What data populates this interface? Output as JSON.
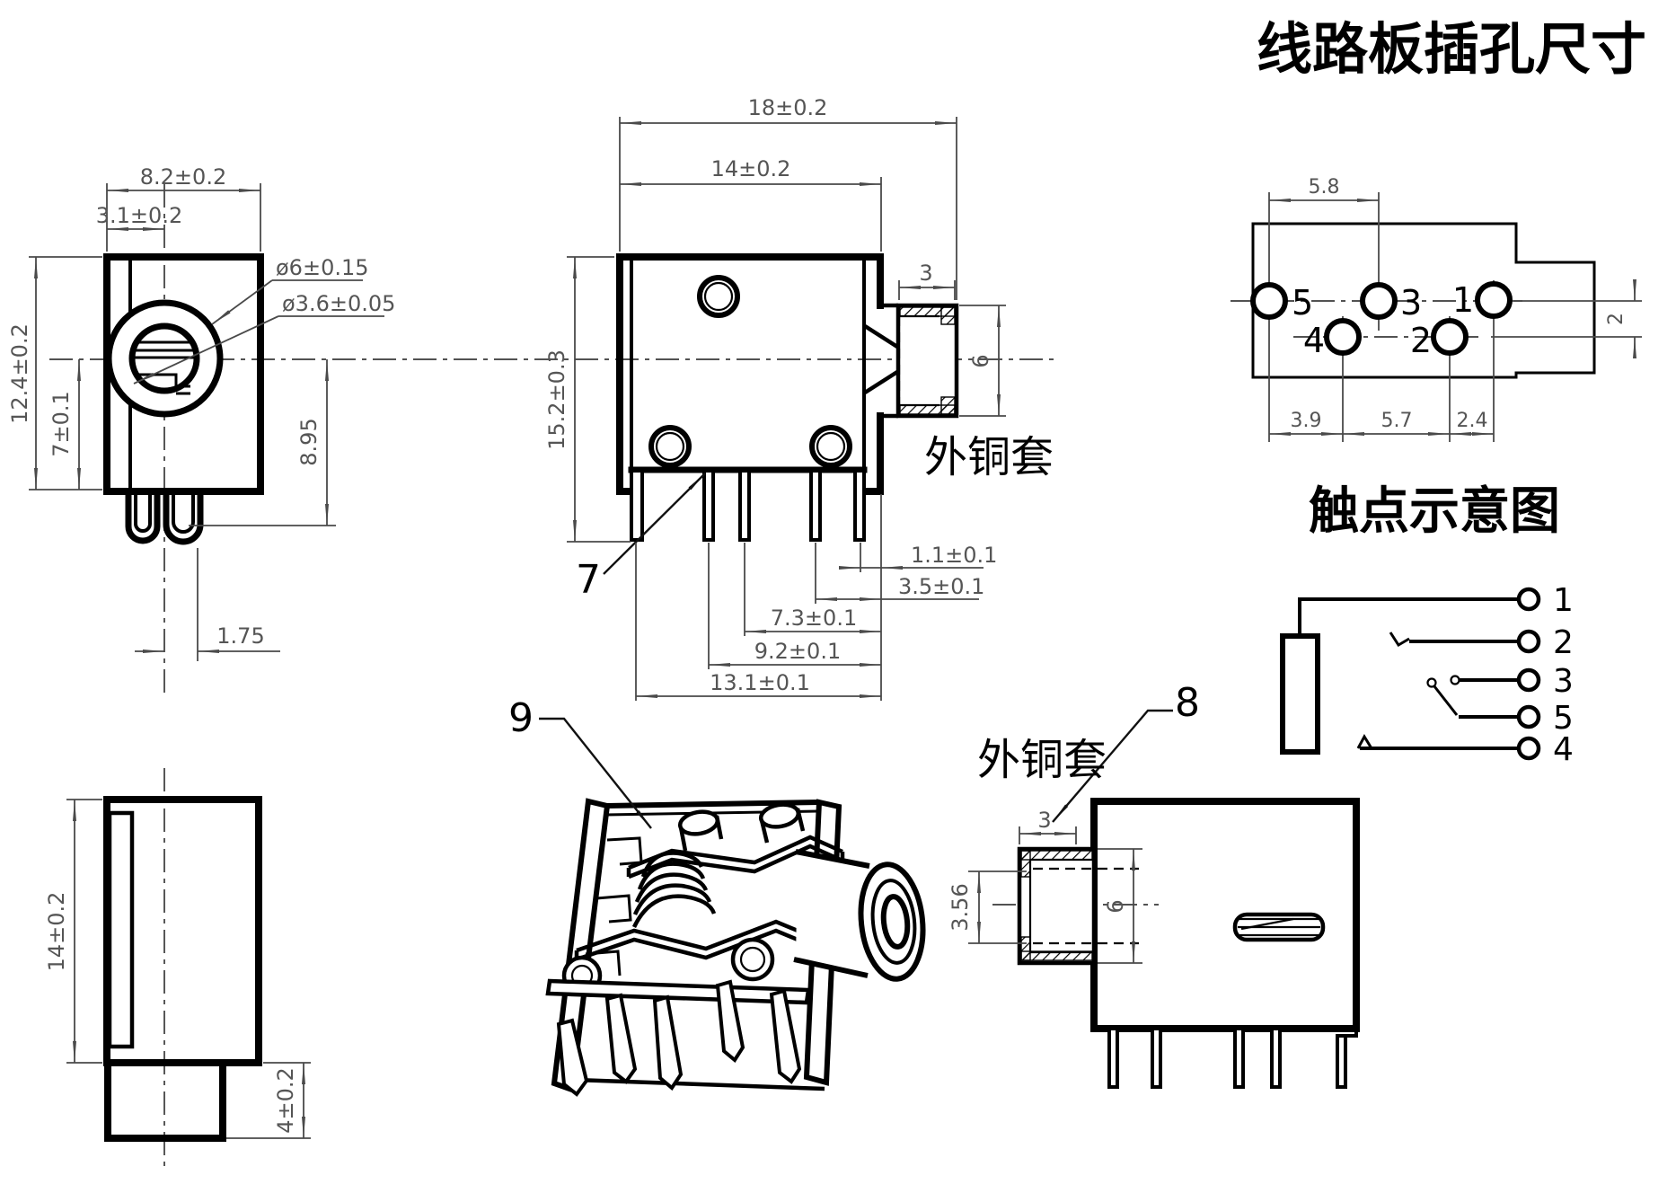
{
  "title": "线路板插孔尺寸",
  "schematic_title": "触点示意图",
  "part_labels": {
    "p7": "7",
    "p8": "8",
    "p9": "9"
  },
  "sleeve_label_mid": "外铜套",
  "sleeve_label_right": "外铜套",
  "front_view": {
    "width": "8.2±0.2",
    "center_offset": "3.1±0.2",
    "height": "12.4±0.2",
    "center_to_bottom": "7±0.1",
    "outer_dia": "ø6±0.15",
    "inner_dia": "ø3.6±0.05",
    "pin_reach": "8.95",
    "pin_offset": "1.75"
  },
  "bottom_view": {
    "height": "14±0.2",
    "boss_height": "4±0.2"
  },
  "section_view": {
    "total_length": "18±0.2",
    "body_length": "14±0.2",
    "total_height": "15.2±0.3",
    "sleeve_length": "3",
    "sleeve_od": "6",
    "pin_d1": "1.1±0.1",
    "pin_d2": "3.5±0.1",
    "pin_d3": "7.3±0.1",
    "pin_d4": "9.2±0.1",
    "pin_d5": "13.1±0.1"
  },
  "pcb_view": {
    "pitch_top": "5.8",
    "pitch_a": "3.9",
    "pitch_b": "5.7",
    "pitch_c": "2.4",
    "row_offset": "2",
    "hole1": "1",
    "hole2": "2",
    "hole3": "3",
    "hole4": "4",
    "hole5": "5"
  },
  "contact_view": {
    "t1": "1",
    "t2": "2",
    "t3": "3",
    "t5": "5",
    "t4": "4"
  },
  "right_view": {
    "sleeve_length": "3",
    "bore": "3.56",
    "sleeve_od": "6"
  }
}
